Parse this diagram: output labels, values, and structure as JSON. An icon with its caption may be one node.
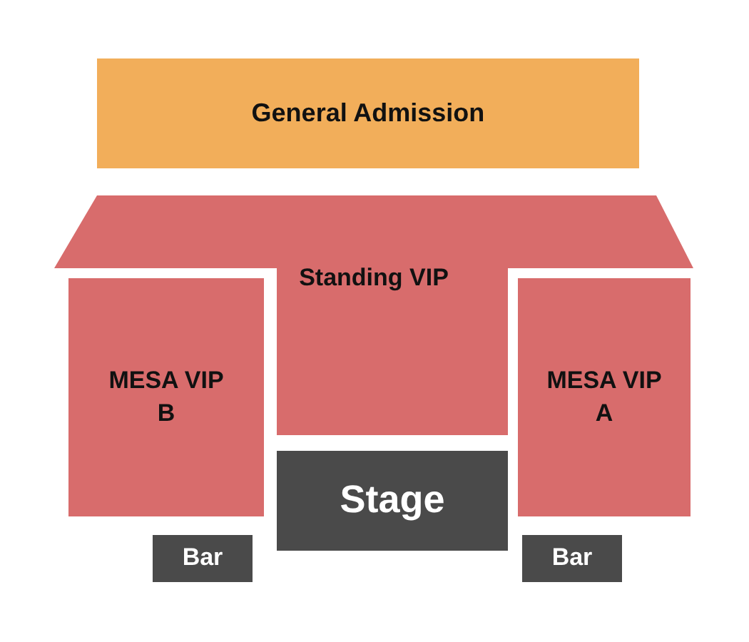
{
  "diagram": {
    "nodes": [
      {
        "text": [
          "General Admission"
        ]
      },
      {
        "text": [
          "Standing VIP"
        ]
      },
      {
        "text": [
          "MESA VIP B"
        ]
      },
      {
        "text": [
          "MESA VIP A"
        ]
      },
      {
        "text": [
          "Stage"
        ]
      },
      {
        "text": [
          "Bar"
        ]
      },
      {
        "text": [
          "Bar"
        ]
      }
    ]
  }
}
